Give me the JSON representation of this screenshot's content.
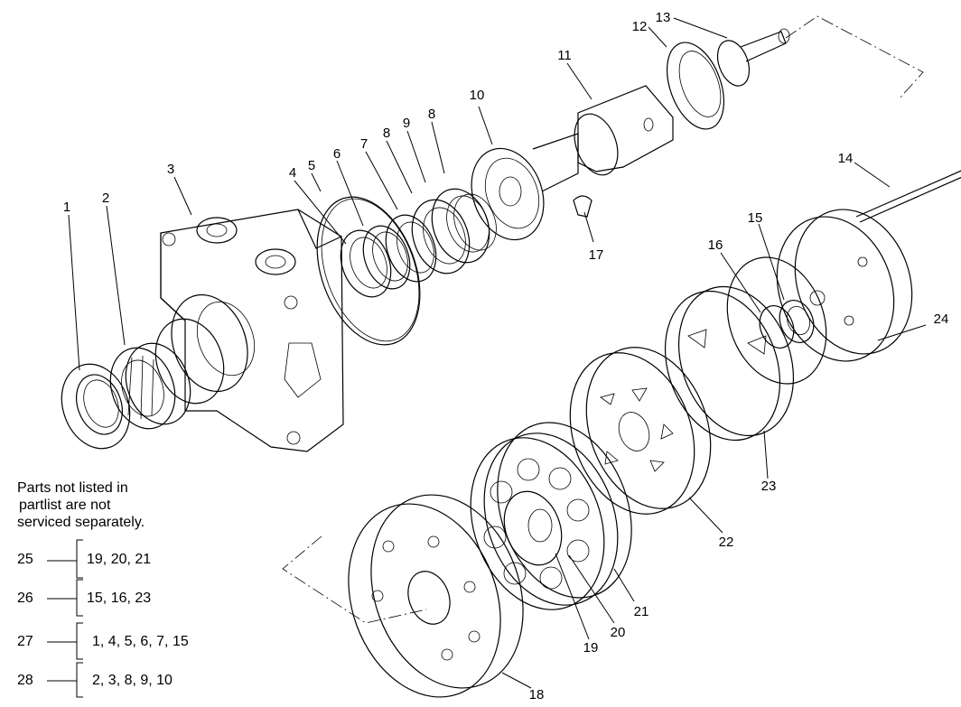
{
  "callouts": [
    "1",
    "2",
    "3",
    "4",
    "5",
    "6",
    "7",
    "8",
    "8",
    "9",
    "10",
    "11",
    "12",
    "13",
    "14",
    "15",
    "15",
    "16",
    "17",
    "18",
    "19",
    "20",
    "21",
    "22",
    "23",
    "24"
  ],
  "note": {
    "line1": "Parts not listed in",
    "line2": "partlist are not",
    "line3": "serviced separately."
  },
  "kits": [
    {
      "number": "25",
      "parts": "19, 20, 21"
    },
    {
      "number": "26",
      "parts": "15, 16, 23"
    },
    {
      "number": "27",
      "parts": "1, 4, 5, 6, 7, 15"
    },
    {
      "number": "28",
      "parts": "2, 3, 8, 9, 10"
    }
  ]
}
